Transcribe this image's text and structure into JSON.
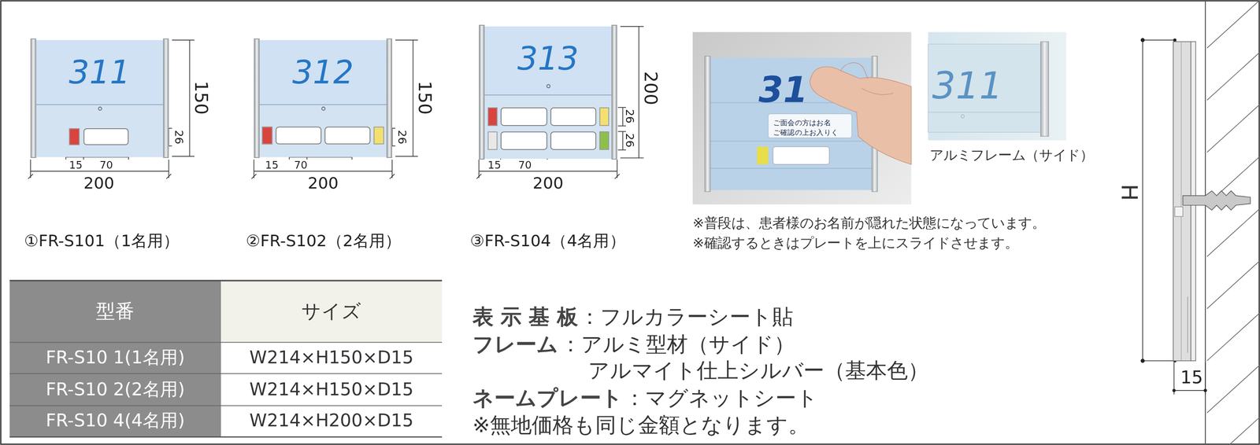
{
  "diagram": {
    "nodes": [
      {
        "text": [
          "311"
        ]
      },
      {
        "text": [
          "312"
        ]
      },
      {
        "text": [
          "313"
        ]
      }
    ],
    "labels": [
      "150",
      "26",
      "15",
      "70",
      "200",
      "150",
      "26",
      "15",
      "70",
      "200",
      "200",
      "26",
      "26",
      "15",
      "70",
      "200",
      "①FR-S101（1名用）",
      "②FR-S102（2名用）",
      "③FR-S104（4名用）",
      "31",
      "ご面会の方はお名",
      "ご確認の上お入りく",
      "311",
      "アルミフレーム（サイド）",
      "※普段は、患者様のお名前が隠れた状態になっています。",
      "※確認するときはプレートを上にスライドさせます。",
      "型番",
      "サイズ",
      "FR-S10 1(1名用)",
      "W214×H150×D15",
      "FR-S10 2(2名用)",
      "W214×H150×D15",
      "FR-S10 4(4名用)",
      "W214×H200×D15",
      "表 示 基 板",
      "：フルカラーシート貼",
      "フレーム",
      "：アルミ型材（サイド）",
      "アルマイト仕上シルバー（基本色）",
      "ネームプレート",
      "：マグネットシート",
      "※無地価格も同じ金額となります。",
      "H",
      "15"
    ]
  }
}
